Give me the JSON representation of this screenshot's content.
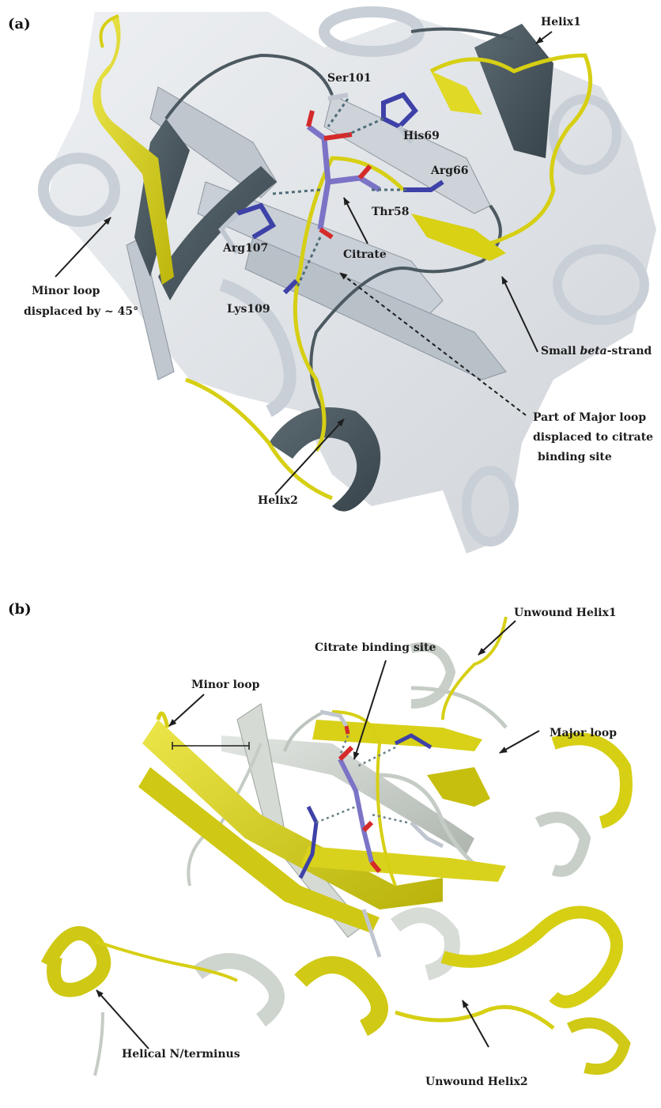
{
  "panels": {
    "a": {
      "label": "(a)",
      "annotations": {
        "helix1": "Helix1",
        "ser101": "Ser101",
        "his69": "His69",
        "arg66": "Arg66",
        "thr58": "Thr58",
        "citrate": "Citrate",
        "arg107": "Arg107",
        "lys109": "Lys109",
        "minor_loop_line1": "Minor loop",
        "minor_loop_line2": "displaced by ~ 45°",
        "small_beta_prefix": "Small ",
        "small_beta_italic": "beta",
        "small_beta_suffix": "-strand",
        "major_loop_line1": "Part of Major loop",
        "major_loop_line2": "displaced to citrate",
        "major_loop_line3": "binding site",
        "helix2": "Helix2"
      }
    },
    "b": {
      "label": "(b)",
      "annotations": {
        "unwound_helix1": "Unwound Helix1",
        "citrate_binding_site": "Citrate binding site",
        "minor_loop": "Minor loop",
        "major_loop": "Major loop",
        "helical_n_terminus": "Helical N/terminus",
        "unwound_helix2": "Unwound Helix2"
      }
    }
  },
  "colors": {
    "yellow": "#d6cf14",
    "grey_light": "#c6ccd3",
    "grey_dark": "#4c5960",
    "citrate": "#7b74c6",
    "oxygen": "#d42a2a",
    "nitrogen": "#3e41a7",
    "arrow": "#1e1e1e"
  }
}
